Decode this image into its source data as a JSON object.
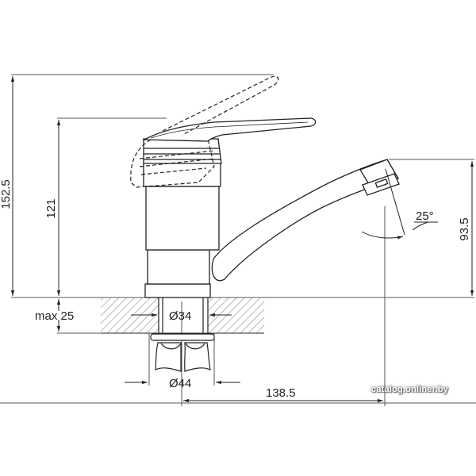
{
  "drawing": {
    "subject": "single-lever kitchen faucet dimension drawing",
    "line_color": "#222222",
    "background": "#ffffff"
  },
  "dimensions": {
    "total_height": "152.5",
    "body_height": "121",
    "countertop_max": "max 25",
    "bore_diameter": "Ø34",
    "nut_diameter": "Ø44",
    "spout_reach": "138.5",
    "spout_height": "93.5",
    "swivel_angle": "25°"
  },
  "watermark": "catalog.onliner.by"
}
